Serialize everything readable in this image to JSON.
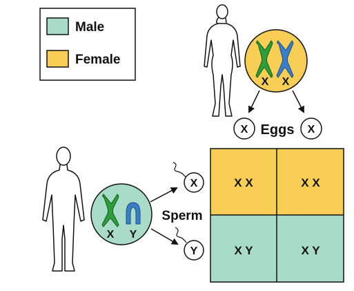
{
  "legend": {
    "items": [
      {
        "label": "Male",
        "color": "#a8dcc8"
      },
      {
        "label": "Female",
        "color": "#f8cf54"
      }
    ]
  },
  "female": {
    "cell_color": "#f8cf54",
    "chromosome_labels": [
      "X",
      "X"
    ]
  },
  "male": {
    "cell_color": "#a8dcc8",
    "chromosome_labels": [
      "X",
      "Y"
    ]
  },
  "eggs": {
    "label": "Eggs",
    "left": "X",
    "right": "X"
  },
  "sperm": {
    "label": "Sperm",
    "top": "X",
    "bottom": "Y"
  },
  "punnett": {
    "rows": [
      {
        "color": "#f8cf54",
        "cells": [
          "X X",
          "X X"
        ]
      },
      {
        "color": "#a8dcc8",
        "cells": [
          "X Y",
          "X Y"
        ]
      }
    ]
  },
  "colors": {
    "chromosome_green": "#2f9e3a",
    "chromosome_blue": "#3a7fc6"
  }
}
